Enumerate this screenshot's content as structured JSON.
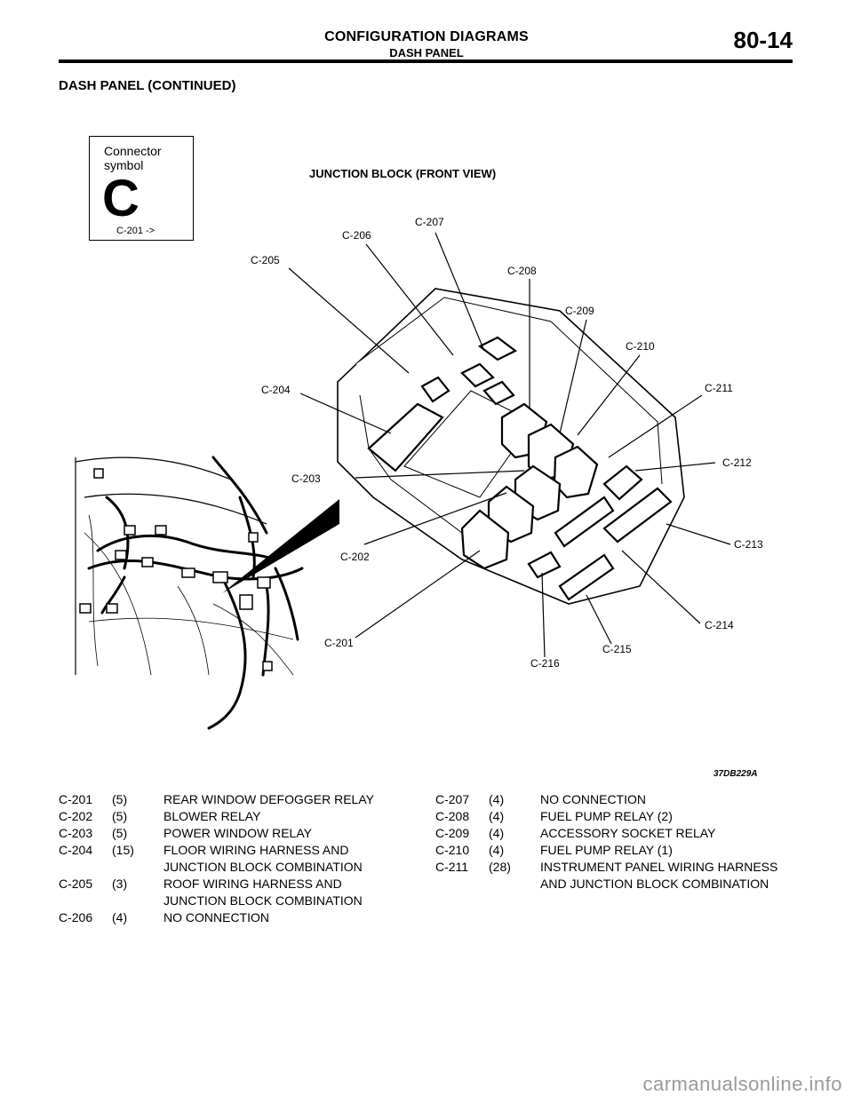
{
  "header": {
    "title": "CONFIGURATION DIAGRAMS",
    "subtitle": "DASH PANEL",
    "page_number": "80-14"
  },
  "section_title": "DASH PANEL (CONTINUED)",
  "connector_symbol": {
    "label": "Connector symbol",
    "letter": "C",
    "reference": "C-201  ->"
  },
  "diagram": {
    "title": "JUNCTION BLOCK (FRONT VIEW)",
    "figure_id": "37DB229A",
    "connector_labels": [
      "C-201",
      "C-202",
      "C-203",
      "C-204",
      "C-205",
      "C-206",
      "C-207",
      "C-208",
      "C-209",
      "C-210",
      "C-211",
      "C-212",
      "C-213",
      "C-214",
      "C-215",
      "C-216"
    ]
  },
  "legend_left": [
    {
      "code": "C-201",
      "pins": "(5)",
      "desc": "REAR WINDOW DEFOGGER RELAY"
    },
    {
      "code": "C-202",
      "pins": "(5)",
      "desc": "BLOWER RELAY"
    },
    {
      "code": "C-203",
      "pins": "(5)",
      "desc": "POWER WINDOW RELAY"
    },
    {
      "code": "C-204",
      "pins": "(15)",
      "desc": "FLOOR WIRING HARNESS AND JUNCTION BLOCK COMBINATION"
    },
    {
      "code": "C-205",
      "pins": "(3)",
      "desc": "ROOF WIRING HARNESS AND JUNCTION BLOCK COMBINATION"
    },
    {
      "code": "C-206",
      "pins": "(4)",
      "desc": "NO CONNECTION"
    }
  ],
  "legend_right": [
    {
      "code": "C-207",
      "pins": "(4)",
      "desc": "NO CONNECTION"
    },
    {
      "code": "C-208",
      "pins": "(4)",
      "desc": "FUEL PUMP RELAY (2)"
    },
    {
      "code": "C-209",
      "pins": "(4)",
      "desc": "ACCESSORY SOCKET RELAY"
    },
    {
      "code": "C-210",
      "pins": "(4)",
      "desc": "FUEL PUMP RELAY (1)"
    },
    {
      "code": "C-211",
      "pins": "(28)",
      "desc": "INSTRUMENT PANEL WIRING HARNESS AND JUNCTION BLOCK COMBINATION"
    }
  ],
  "watermark": "carmanualsonline.info"
}
